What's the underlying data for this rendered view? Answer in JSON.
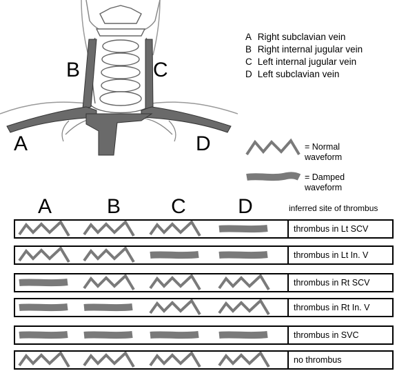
{
  "legend": {
    "items": [
      {
        "letter": "A",
        "name": "Right subclavian vein"
      },
      {
        "letter": "B",
        "name": "Right internal jugular vein"
      },
      {
        "letter": "C",
        "name": "Left internal jugular vein"
      },
      {
        "letter": "D",
        "name": "Left subclavian vein"
      }
    ]
  },
  "diagram_labels": {
    "a": "A",
    "b": "B",
    "c": "C",
    "d": "D"
  },
  "waveform_key": {
    "normal_line1": "= Normal",
    "normal_line2": "waveform",
    "damped_line1": "= Damped",
    "damped_line2": "waveform"
  },
  "table": {
    "columns": [
      "A",
      "B",
      "C",
      "D"
    ],
    "header": "inferred site of thrombus",
    "rows": [
      {
        "waveforms": [
          "normal",
          "normal",
          "normal",
          "damped"
        ],
        "result": "thrombus in Lt SCV"
      },
      {
        "waveforms": [
          "normal",
          "normal",
          "damped",
          "damped"
        ],
        "result": "thrombus in Lt In. V"
      },
      {
        "waveforms": [
          "damped",
          "normal",
          "normal",
          "normal"
        ],
        "result": "thrombus in Rt SCV"
      },
      {
        "waveforms": [
          "damped",
          "damped",
          "normal",
          "normal"
        ],
        "result": "thrombus in Rt In. V"
      },
      {
        "waveforms": [
          "damped",
          "damped",
          "damped",
          "damped"
        ],
        "result": "thrombus in SVC"
      },
      {
        "waveforms": [
          "normal",
          "normal",
          "normal",
          "normal"
        ],
        "result": "no thrombus"
      }
    ]
  }
}
